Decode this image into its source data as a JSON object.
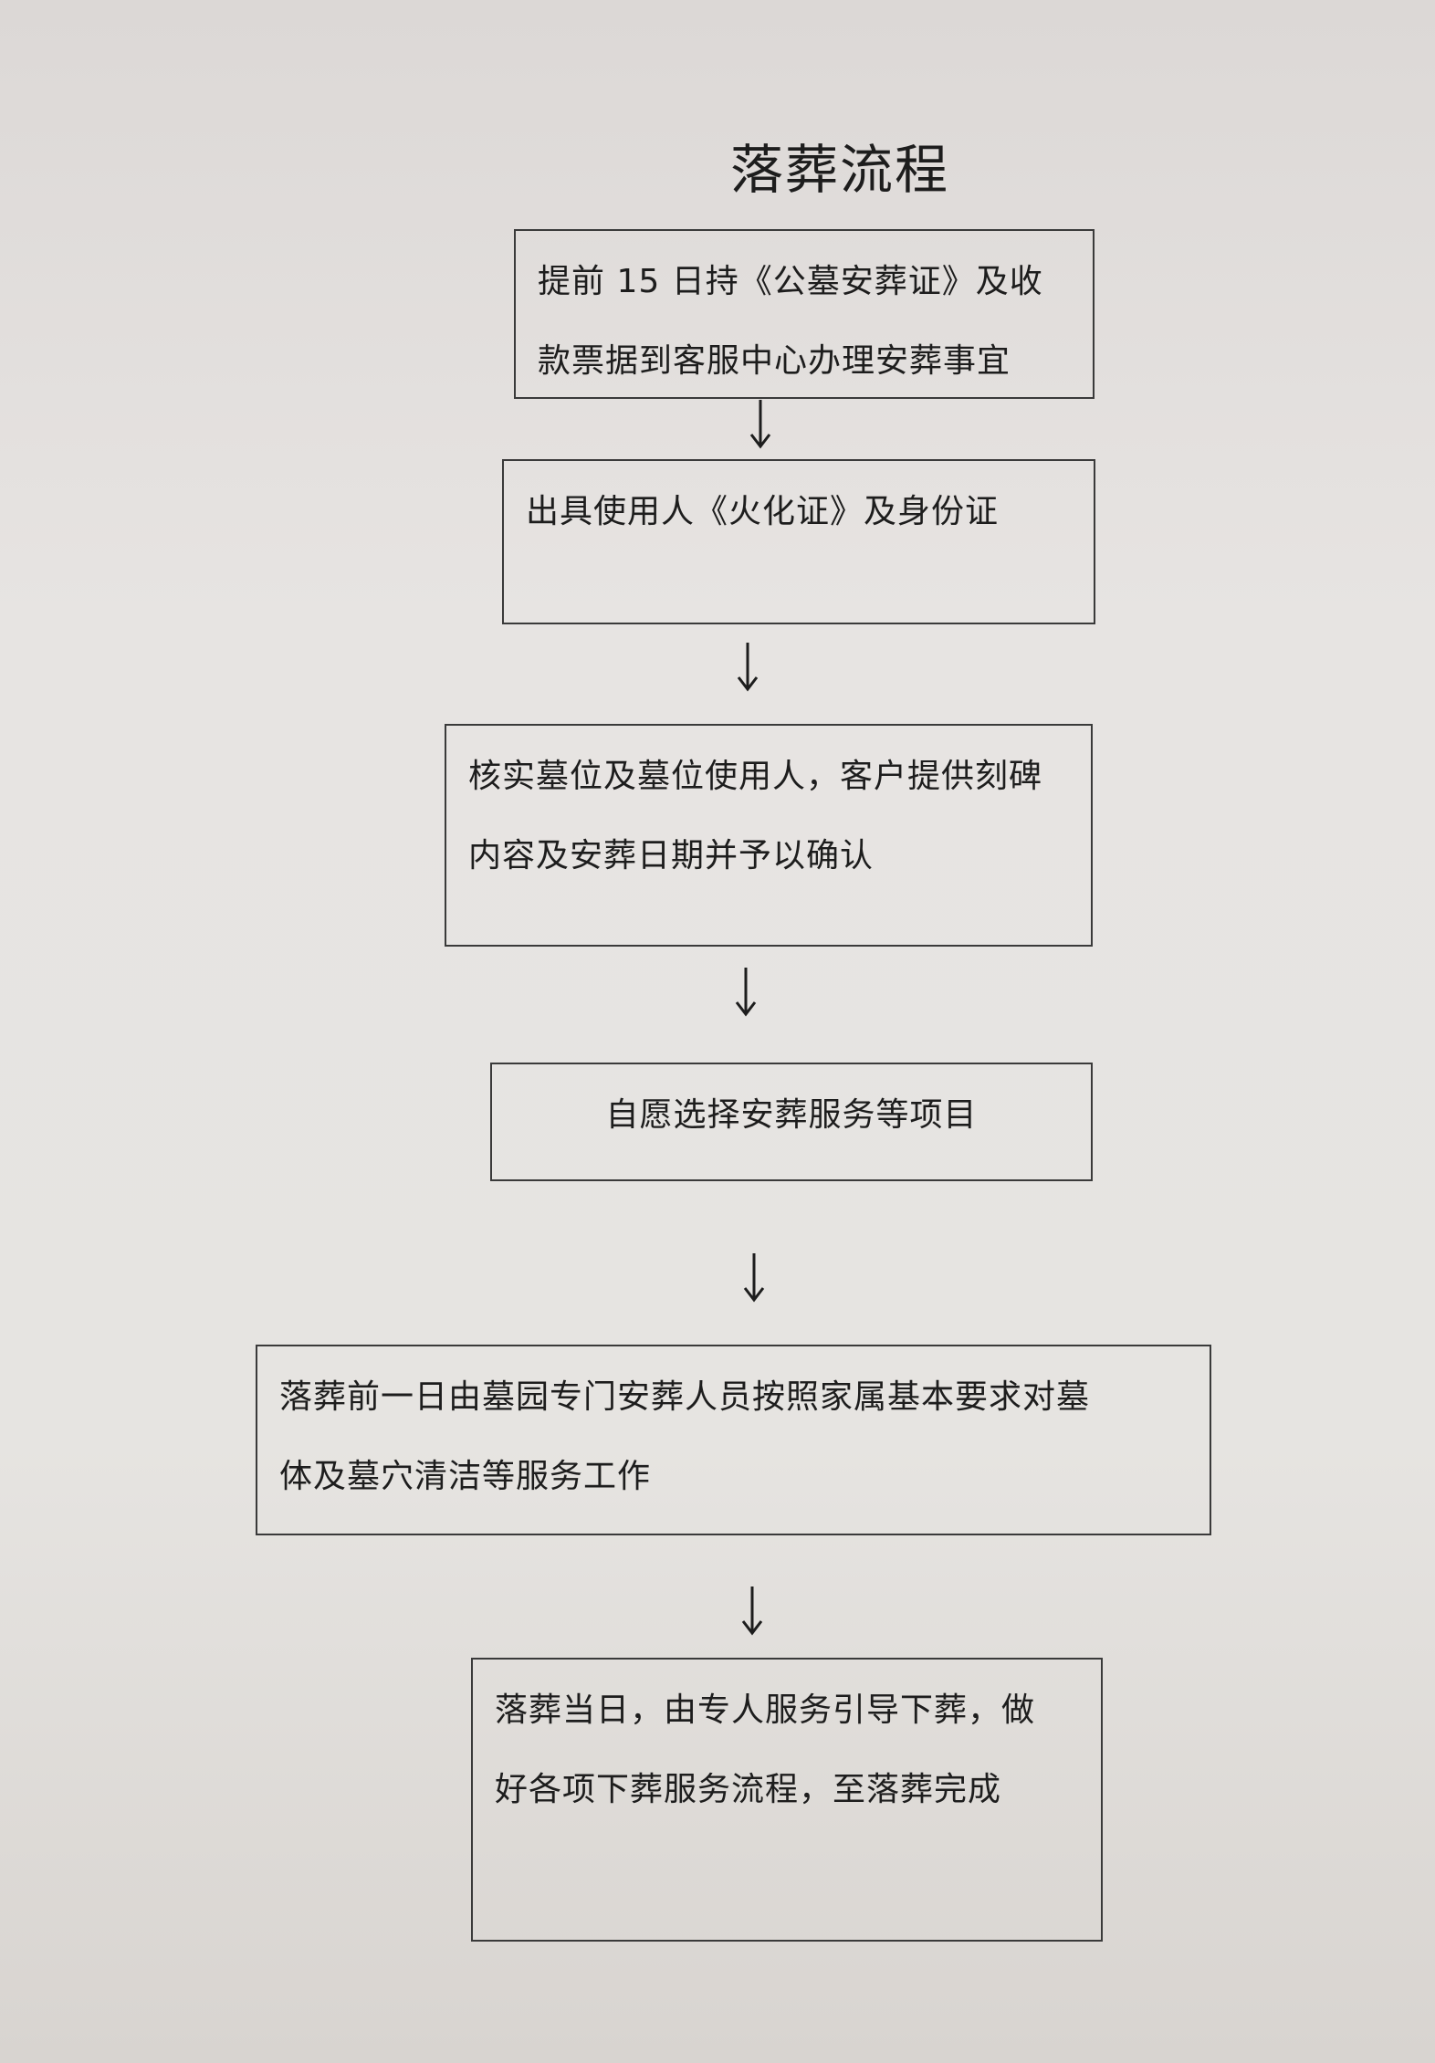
{
  "title": "落葬流程",
  "steps": [
    {
      "lines": [
        "提前 15 日持《公墓安葬证》及收",
        "款票据到客服中心办理安葬事宜"
      ]
    },
    {
      "lines": [
        "出具使用人《火化证》及身份证"
      ]
    },
    {
      "lines": [
        "核实墓位及墓位使用人，客户提供刻碑",
        "内容及安葬日期并予以确认"
      ]
    },
    {
      "lines": [
        "自愿选择安葬服务等项目"
      ]
    },
    {
      "lines": [
        "落葬前一日由墓园专门安葬人员按照家属基本要求对墓",
        "体及墓穴清洁等服务工作"
      ]
    },
    {
      "lines": [
        "落葬当日，由专人服务引导下葬，做",
        "好各项下葬服务流程，至落葬完成"
      ]
    }
  ]
}
